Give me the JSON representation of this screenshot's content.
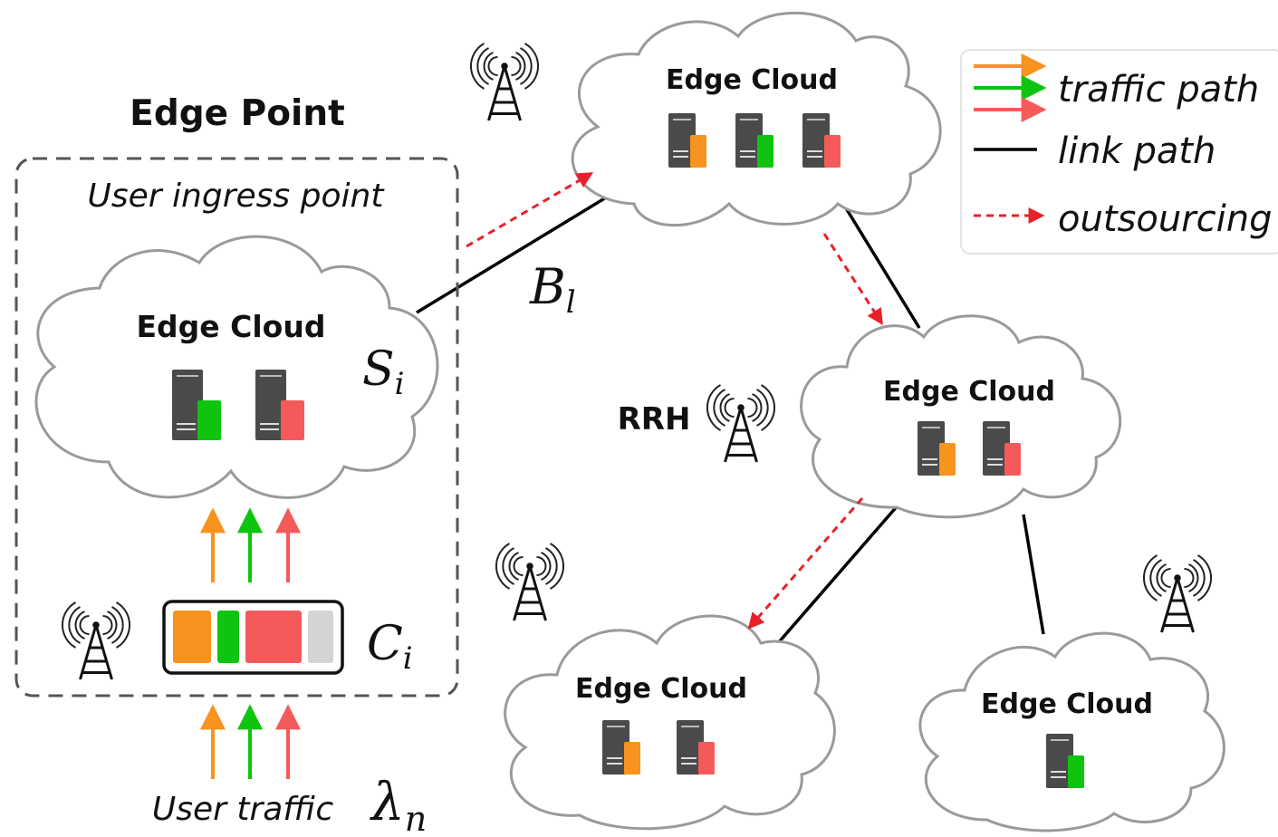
{
  "colors": {
    "orange": "#F7931E",
    "green": "#0EC40E",
    "red": "#F55A5A",
    "gray": "#D4D4D4",
    "server": "#4A4A4A",
    "link": "#000000",
    "outsourcing": "#E8202A",
    "cloud_stroke": "#9A9A9A"
  },
  "title": "Edge Point",
  "ingress_label": "User ingress point",
  "user_traffic_label": "User traffic",
  "math": {
    "S": "S",
    "S_sub": "i",
    "C": "C",
    "C_sub": "i",
    "B": "B",
    "B_sub": "l",
    "lambda": "λ",
    "lambda_sub": "n"
  },
  "rrh_label": "RRH",
  "legend": {
    "traffic": "traffic path",
    "link": "link path",
    "outsourcing": "outsourcing"
  },
  "clouds": {
    "ingress": {
      "label": "Edge Cloud",
      "servers": [
        "green",
        "red"
      ]
    },
    "top": {
      "label": "Edge Cloud",
      "servers": [
        "orange",
        "green",
        "red"
      ]
    },
    "middle": {
      "label": "Edge Cloud",
      "servers": [
        "orange",
        "red"
      ]
    },
    "bottom_left": {
      "label": "Edge Cloud",
      "servers": [
        "orange",
        "red"
      ]
    },
    "bottom_right": {
      "label": "Edge Cloud",
      "servers": [
        "green"
      ]
    }
  },
  "queue": [
    "orange",
    "green",
    "red",
    "gray"
  ],
  "traffic_arrows": [
    "orange",
    "green",
    "red"
  ]
}
